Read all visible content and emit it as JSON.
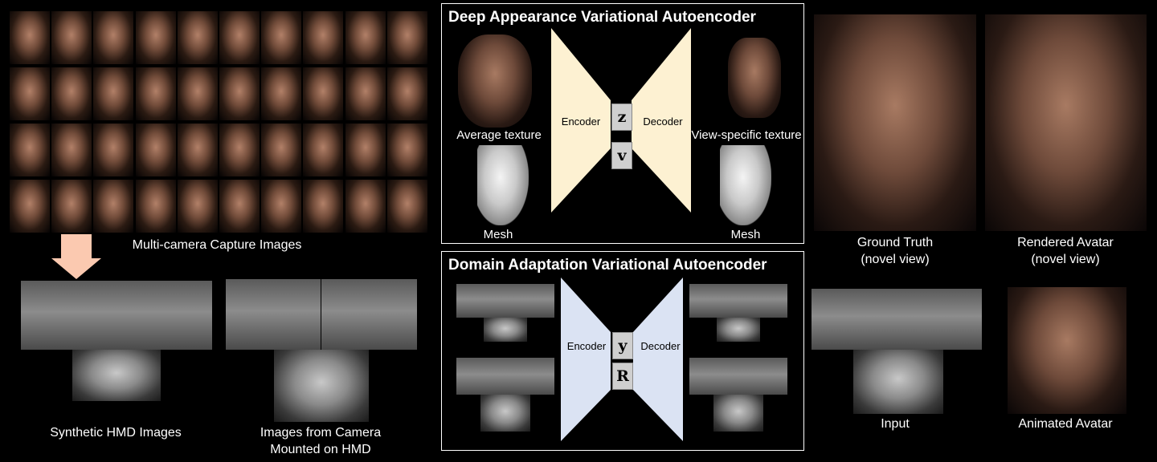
{
  "capture": {
    "label": "Multi-camera Capture Images"
  },
  "synthetic": {
    "label": "Synthetic HMD Images"
  },
  "camera_images": {
    "label_line1": "Images from Camera",
    "label_line2": "Mounted on HMD"
  },
  "appearance_vae": {
    "title": "Deep Appearance Variational Autoencoder",
    "average_texture": "Average texture",
    "mesh_left": "Mesh",
    "encoder": "Encoder",
    "decoder": "Decoder",
    "latent_z": "z",
    "latent_v": "v",
    "view_texture": "View-specific texture",
    "mesh_right": "Mesh",
    "encoder_color": "#fdf1d2"
  },
  "domain_vae": {
    "title": "Domain Adaptation Variational Autoencoder",
    "encoder": "Encoder",
    "decoder": "Decoder",
    "latent_y": "y",
    "latent_r": "R",
    "encoder_color": "#dbe3f3"
  },
  "results": {
    "ground_truth_line1": "Ground Truth",
    "ground_truth_line2": "(novel view)",
    "rendered_line1": "Rendered Avatar",
    "rendered_line2": "(novel view)",
    "input": "Input",
    "animated": "Animated Avatar"
  },
  "arrow_color": "#fbc9b0"
}
